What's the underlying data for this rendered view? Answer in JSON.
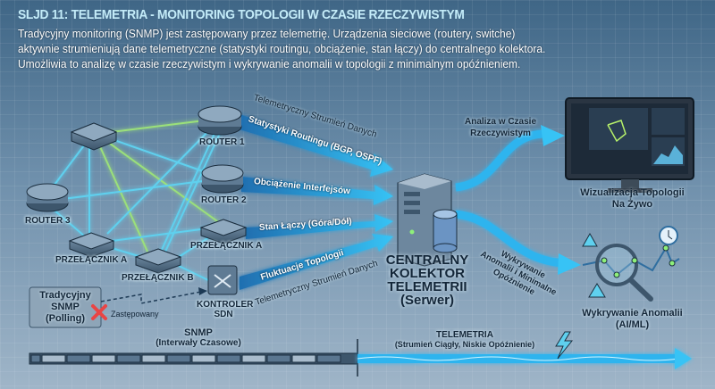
{
  "header": {
    "title": "SLJD 11: TELEMETRIA - MONITORING TOPOLOGII W CZASIE RZECZYWISTYM",
    "description": [
      "Tradycyjny monitoring (SNMP) jest zastępowany przez telemetrię. Urządzenia sieciowe (routery, switche)",
      "aktywnie strumieniują dane telemetryczne (statystyki routingu, obciążenie, stan łączy) do centralnego kolektora.",
      "Umożliwia to analizę w czasie rzeczywistym i wykrywanie anomalii w topologii z minimalnym opóźnieniem."
    ]
  },
  "devices": {
    "router1": "ROUTER 1",
    "router2": "ROUTER 2",
    "router3": "ROUTER 3",
    "switch_a_right": "PRZEŁĄCZNIK A",
    "switch_a_left": "PRZEŁĄCZNIK A",
    "switch_b": "PRZEŁĄCZNIK B",
    "controller": [
      "KONTROLER",
      "SDN"
    ]
  },
  "streams": {
    "top_caption": "Telemetryczny Strumień Danych",
    "routing": "Statystyki Routingu (BGP, OSPF)",
    "load": "Obciążenie Interfejsów",
    "links": "Stan Łączy (Góra/Dół)",
    "topology": "Fluktuacje Topologii",
    "bottom_caption": "Telemetryczny Strumień Danych"
  },
  "legacy": {
    "box": [
      "Tradycyjny",
      "SNMP",
      "(Polling)"
    ],
    "replaced": "Zastępowany"
  },
  "collector": [
    "CENTRALNY",
    "KOLEKTOR",
    "TELEMETRII",
    "(Serwer)"
  ],
  "outputs": {
    "analysis_arrow": [
      "Analiza w Czasie",
      "Rzeczywistym"
    ],
    "visualization": [
      "Wizualizacja Topologii",
      "Na Żywo"
    ],
    "anomaly_arrow": [
      "Wykrywanie",
      "Anomalii i Minimalne",
      "Opóźnienie"
    ],
    "anomaly": [
      "Wykrywanie Anomalii",
      "(AI/ML)"
    ]
  },
  "timeline": {
    "snmp": [
      "SNMP",
      "(Interwały Czasowe)"
    ],
    "telemetry": [
      "TELEMETRIA",
      "(Strumień Ciągły, Niskie Opóźnienie)"
    ]
  },
  "colors": {
    "accent": "#29a9e6",
    "title": "#c4ecf9",
    "link_green": "#9be07a",
    "link_cyan": "#5fd0ee",
    "alert": "#e84545"
  }
}
